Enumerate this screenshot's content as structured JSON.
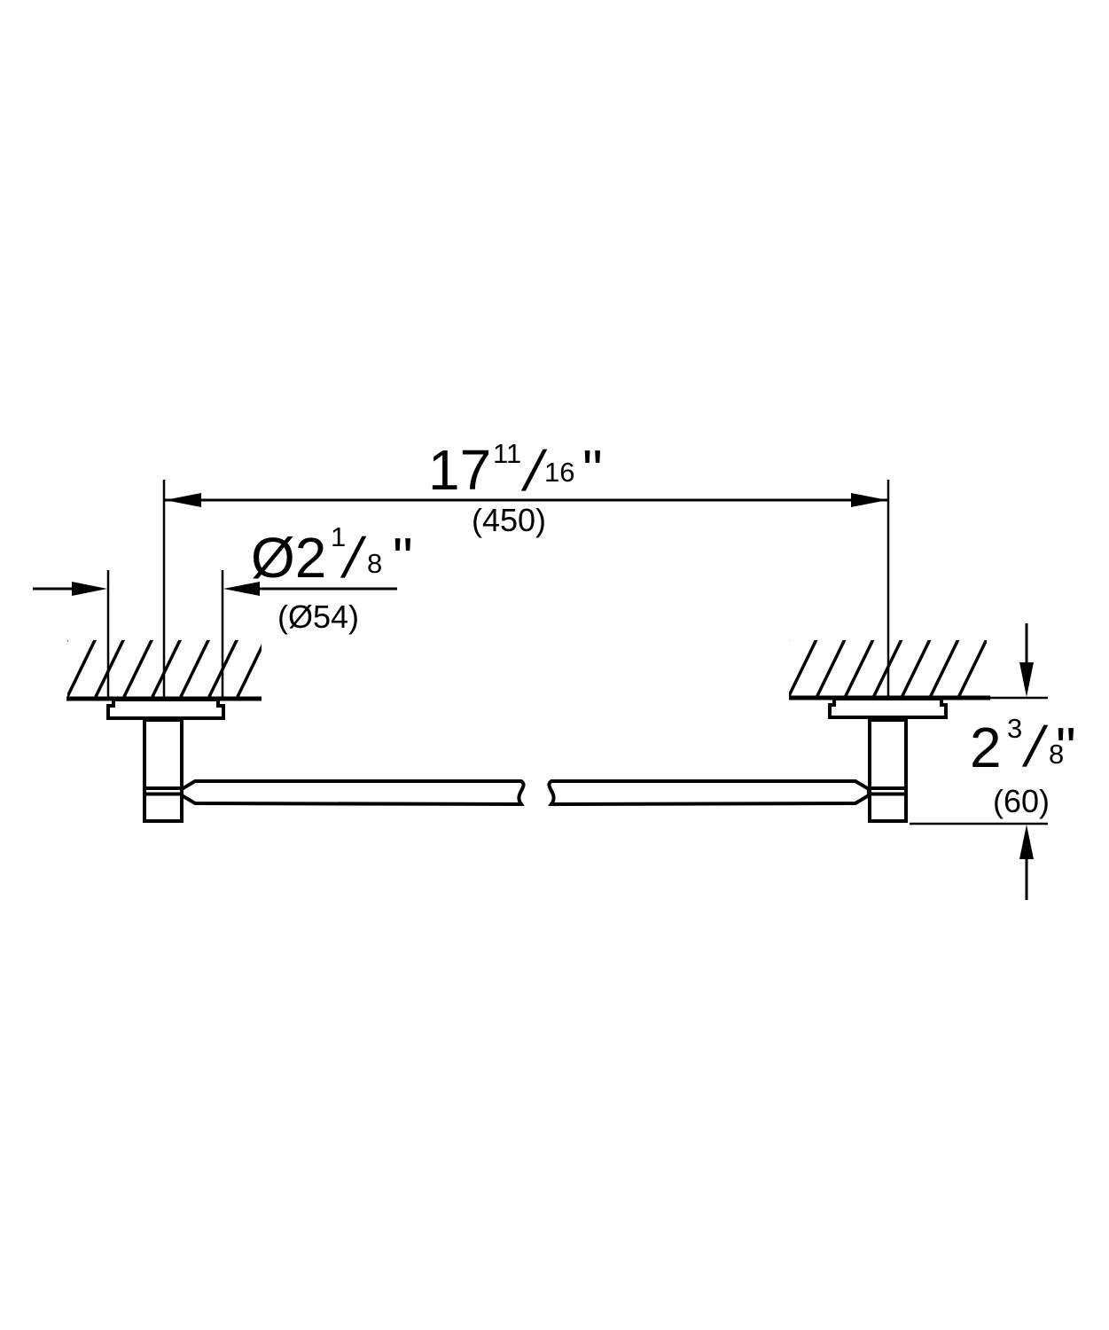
{
  "drawing": {
    "kind": "technical-dimension-drawing",
    "subject": "wall-mounted towel bar elevation with break lines",
    "colors": {
      "line": "#000000",
      "background": "#ffffff"
    },
    "dimensions": {
      "bar_length": {
        "whole": "17",
        "numerator": "11",
        "slash": "/",
        "denominator": "16",
        "unit_mark": "\"",
        "metric": "(450)"
      },
      "flange_diameter": {
        "whole": "Ø2",
        "numerator": "1",
        "slash": "/",
        "denominator": "8",
        "unit_mark": "\"",
        "metric": "(Ø54)"
      },
      "projection_height": {
        "whole": "2",
        "numerator": "3",
        "slash": "/",
        "denominator": "8",
        "unit_mark": "\"",
        "metric": "(60)"
      }
    }
  }
}
